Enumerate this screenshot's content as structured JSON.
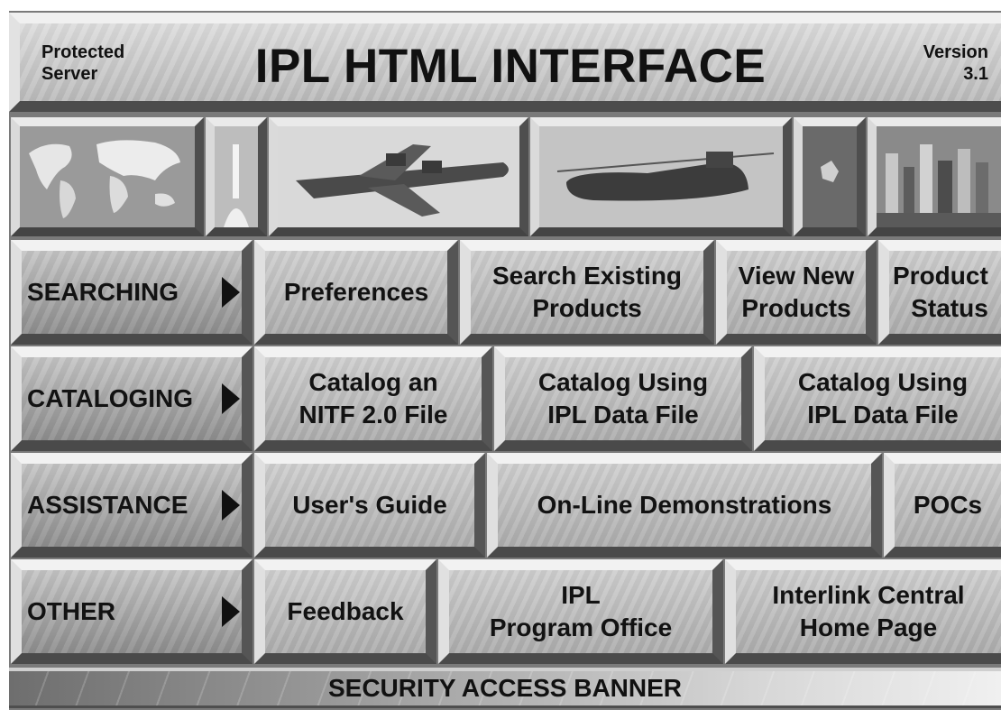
{
  "header": {
    "left_line1": "Protected",
    "left_line2": "Server",
    "title": "IPL HTML INTERFACE",
    "version_label": "Version",
    "version_number": "3.1"
  },
  "images": [
    {
      "name": "world-map-image"
    },
    {
      "name": "rocket-launch-image"
    },
    {
      "name": "patrol-aircraft-image"
    },
    {
      "name": "helicopter-image"
    },
    {
      "name": "aerial-terrain-image"
    },
    {
      "name": "city-skyline-image"
    }
  ],
  "rows": {
    "searching": {
      "label": "SEARCHING",
      "buttons": {
        "preferences": "Preferences",
        "search_existing_1": "Search Existing",
        "search_existing_2": "Products",
        "view_new_1": "View New",
        "view_new_2": "Products",
        "product_status_1": "Product",
        "product_status_2": "Status"
      }
    },
    "cataloging": {
      "label": "CATALOGING",
      "buttons": {
        "catalog_nitf_1": "Catalog an",
        "catalog_nitf_2": "NITF 2.0 File",
        "catalog_ipl_a_1": "Catalog Using",
        "catalog_ipl_a_2": "IPL Data File",
        "catalog_ipl_b_1": "Catalog Using",
        "catalog_ipl_b_2": "IPL Data File"
      }
    },
    "assistance": {
      "label": "ASSISTANCE",
      "buttons": {
        "users_guide": "User's Guide",
        "demonstrations": "On-Line Demonstrations",
        "pocs": "POCs"
      }
    },
    "other": {
      "label": "OTHER",
      "buttons": {
        "feedback": "Feedback",
        "program_office_1": "IPL",
        "program_office_2": "Program Office",
        "interlink_1": "Interlink Central",
        "interlink_2": "Home Page"
      }
    }
  },
  "footer": {
    "banner": "SECURITY ACCESS BANNER"
  },
  "colors": {
    "frame": "#7a7a7a",
    "tile_light": "#c8c8c8",
    "tile_shadow": "#4a4a4a",
    "text": "#121212"
  }
}
